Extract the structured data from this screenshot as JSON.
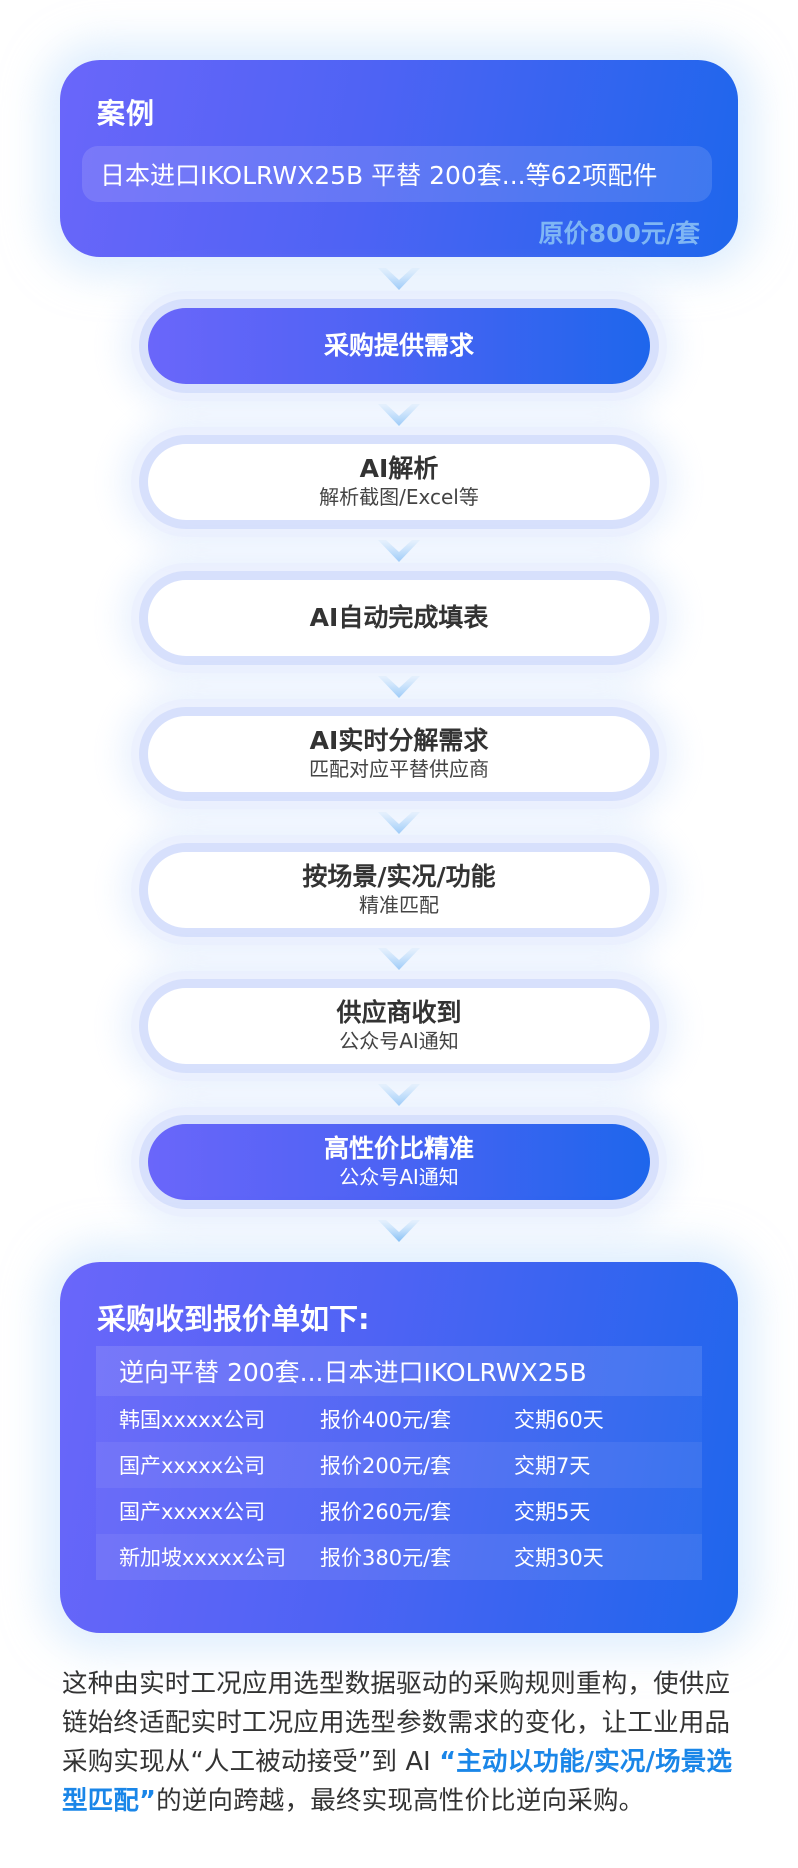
{
  "case": {
    "title": "案例",
    "item": "日本进口IKOLRWX25B 平替 200套...等62项配件",
    "price": "原价800元/套"
  },
  "steps": [
    {
      "title": "采购提供需求",
      "sub": "",
      "style": "blue"
    },
    {
      "title": "AI解析",
      "sub": "解析截图/Excel等",
      "style": "white"
    },
    {
      "title": "AI自动完成填表",
      "sub": "",
      "style": "white"
    },
    {
      "title": "AI实时分解需求",
      "sub": "匹配对应平替供应商",
      "style": "white"
    },
    {
      "title": "按场景/实况/功能",
      "sub": "精准匹配",
      "style": "white"
    },
    {
      "title": "供应商收到",
      "sub": "公众号AI通知",
      "style": "white"
    },
    {
      "title": "高性价比精准",
      "sub": "公众号AI通知",
      "style": "blue"
    }
  ],
  "quote": {
    "title": "采购收到报价单如下:",
    "header": "逆向平替 200套...日本进口IKOLRWX25B",
    "rows": [
      {
        "supplier": "韩国xxxxx公司",
        "price": "报价400元/套",
        "lead": "交期60天"
      },
      {
        "supplier": "国产xxxxx公司",
        "price": "报价200元/套",
        "lead": "交期7天"
      },
      {
        "supplier": "国产xxxxx公司",
        "price": "报价260元/套",
        "lead": "交期5天"
      },
      {
        "supplier": "新加坡xxxxx公司",
        "price": "报价380元/套",
        "lead": "交期30天"
      }
    ]
  },
  "summary": {
    "part1": "这种由实时工况应用选型数据驱动的采购规则重构，使供应链始终适配实时工况应用选型参数需求的变化，让工业用品采购实现从“人工被动接受”到 AI ",
    "highlight": "“主动以功能/实况/场景选型匹配”",
    "part2": "的逆向跨越，最终实现高性价比逆向采购。"
  },
  "colors": {
    "gradient_start": "#6a66fa",
    "gradient_end": "#1e66ec",
    "price": "#7fb6f4",
    "highlight": "#1a86e8",
    "text": "#333333"
  }
}
